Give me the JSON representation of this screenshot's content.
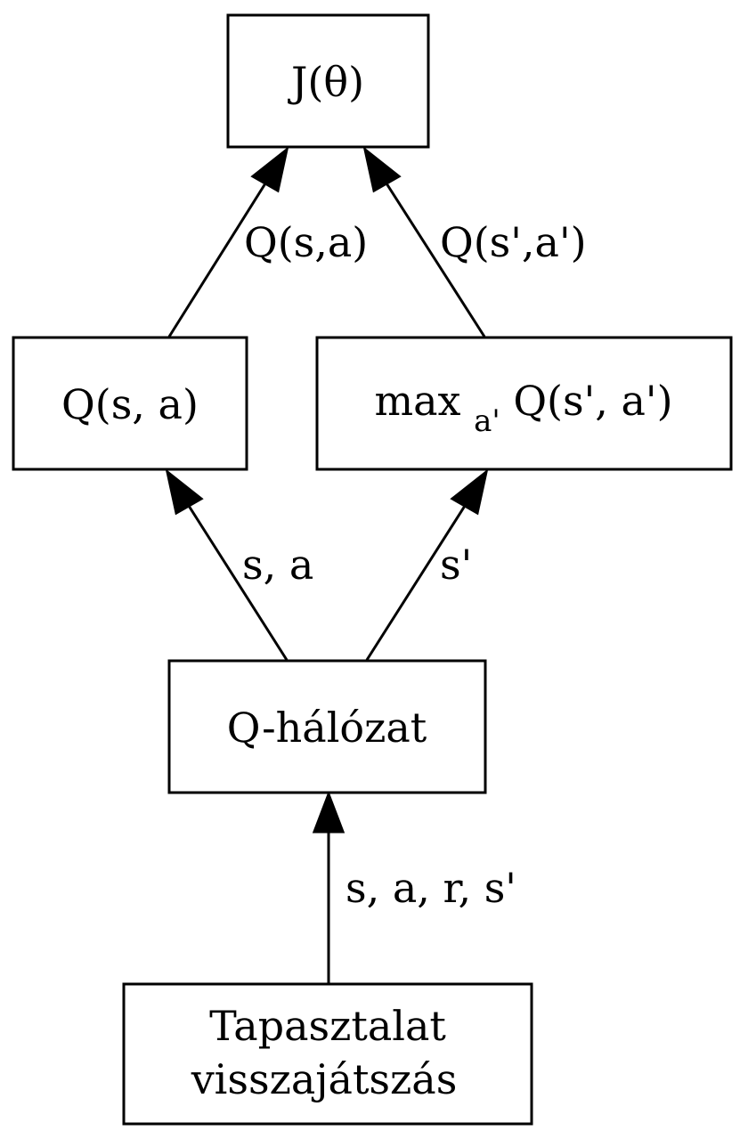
{
  "nodes": {
    "objective": {
      "label": "J(θ)"
    },
    "q_value": {
      "label": "Q(s, a)"
    },
    "target_max": {
      "prefix": "max",
      "subscript": "a'",
      "suffix": "Q(s', a')"
    },
    "q_network": {
      "label": "Q-hálózat"
    },
    "replay": {
      "line1": "Tapasztalat",
      "line2": "visszajátszás"
    }
  },
  "edges": {
    "q_to_objective": {
      "label": "Q(s,a)"
    },
    "max_to_objective": {
      "label": "Q(s',a')"
    },
    "network_to_q": {
      "label": "s, a"
    },
    "network_to_max": {
      "label": "s'"
    },
    "replay_to_network": {
      "label": "s, a, r, s'"
    }
  }
}
